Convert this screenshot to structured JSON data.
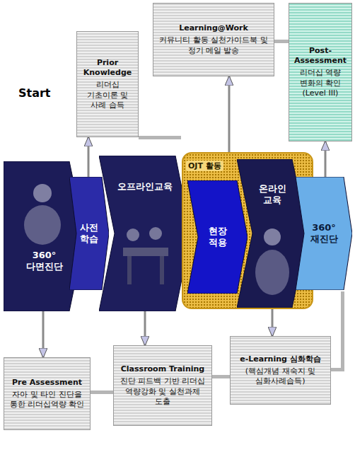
{
  "diagram": {
    "nodes": [
      {
        "text": [
          "Prior Knowledge",
          "리더십 기초이론 및 사례 습득"
        ]
      },
      {
        "text": [
          "Learning@Work",
          "커뮤니티 활동 실천가이드북 및 정기 메일 발송"
        ]
      },
      {
        "text": [
          "Post-Assessment",
          "리더십 역량 변화의 확인 (Level III)"
        ]
      },
      {
        "text": [
          "360° 다면진단"
        ]
      },
      {
        "text": [
          "사전 학습"
        ]
      },
      {
        "text": [
          "오프라인교육"
        ]
      },
      {
        "text": [
          "OJT 활동"
        ]
      },
      {
        "text": [
          "현장 적용"
        ],
        "in": 6
      },
      {
        "text": [
          "온라인 교육"
        ],
        "in": 6
      },
      {
        "text": [
          "360° 재진단"
        ]
      },
      {
        "text": [
          "Pre Assessment",
          "자아 및 타인 진단을 통한 리더십역량 확인"
        ]
      },
      {
        "text": [
          "Classroom Training",
          "진단 피드백 기반 리더십 역량강화 및 실천과제 도출"
        ]
      },
      {
        "text": [
          "e-Learning 심화학습",
          "(핵심개념 재숙지 및 심화사례습득)"
        ]
      }
    ],
    "edges": [
      {
        "from": 4,
        "to": 0,
        "arrow": "to"
      },
      {
        "from": 7,
        "to": 1,
        "arrow": "to"
      },
      {
        "from": 9,
        "to": 2,
        "arrow": "to"
      },
      {
        "from": 3,
        "to": 10,
        "arrow": "to"
      },
      {
        "from": 5,
        "to": 11,
        "arrow": "to"
      },
      {
        "from": 8,
        "to": 12,
        "arrow": "to"
      }
    ],
    "labels": [
      "Start"
    ]
  }
}
